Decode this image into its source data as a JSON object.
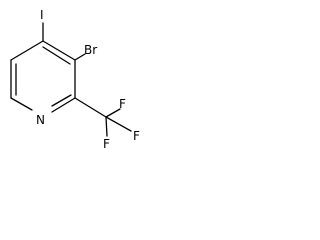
{
  "molecule": {
    "atom_labels": {
      "iodine": "I",
      "bromine": "Br",
      "nitrogen": "N",
      "fluorine_top": "F",
      "fluorine_right": "F",
      "fluorine_bottom": "F"
    }
  },
  "colors": {
    "stroke": "#000000",
    "background": "#ffffff"
  }
}
